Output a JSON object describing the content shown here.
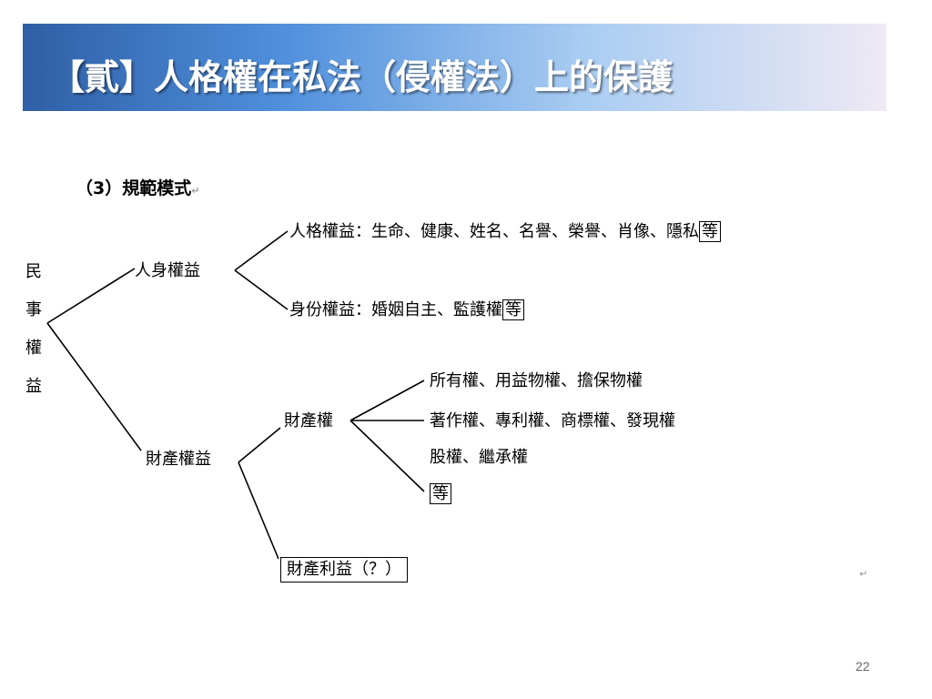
{
  "title": "【貳】人格權在私法（侵權法）上的保護",
  "heading": "（3）規範模式",
  "paragraph_mark": "↵",
  "root_chars": [
    "民",
    "事",
    "權",
    "益"
  ],
  "personal_rights": {
    "label": "人身權益",
    "personality": {
      "text": "人格權益：生命、健康、姓名、名譽、榮譽、肖像、隱私",
      "boxed": "等"
    },
    "status": {
      "text": "身份權益：婚姻自主、監護權",
      "boxed": "等"
    }
  },
  "property_rights_group": {
    "label": "財產權益",
    "property_right": {
      "label": "財產權",
      "items": [
        "所有權、用益物權、擔保物權",
        "著作權、專利權、商標權、發現權",
        "股權、繼承權"
      ],
      "boxed": "等"
    },
    "property_interest": "財產利益（？）"
  },
  "page_number": "22"
}
